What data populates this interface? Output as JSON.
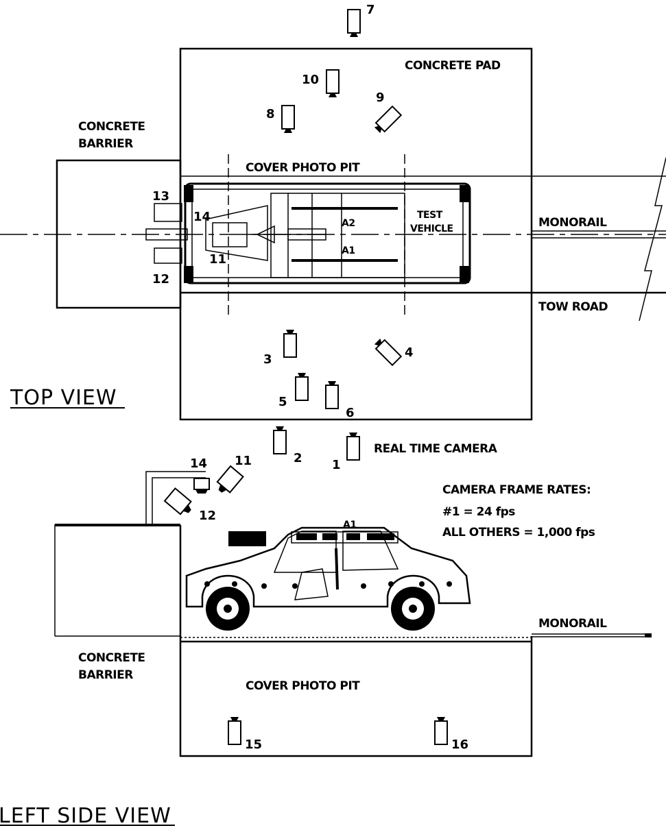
{
  "top_view": {
    "title": "TOP VIEW",
    "concrete_pad": "CONCRETE PAD",
    "barrier_line1": "CONCRETE",
    "barrier_line2": "BARRIER",
    "cover_photo_pit": "COVER PHOTO PIT",
    "test_vehicle_line1": "TEST",
    "test_vehicle_line2": "VEHICLE",
    "monorail": "MONORAIL",
    "tow_road": "TOW ROAD",
    "real_time_camera": "REAL TIME CAMERA",
    "accel_a2": "A2",
    "accel_a1": "A1",
    "cameras": [
      "1",
      "2",
      "3",
      "4",
      "5",
      "6",
      "7",
      "8",
      "9",
      "10",
      "11",
      "12",
      "13",
      "14"
    ]
  },
  "side_view": {
    "title": "LEFT SIDE VIEW",
    "barrier_line1": "CONCRETE",
    "barrier_line2": "BARRIER",
    "cover_photo_pit": "COVER PHOTO PIT",
    "monorail": "MONORAIL",
    "accel_a1": "A1",
    "cameras": [
      "11",
      "12",
      "14",
      "15",
      "16"
    ]
  },
  "frame_rates": {
    "heading": "CAMERA FRAME RATES:",
    "line1": "#1 = 24 fps",
    "line2": "ALL OTHERS = 1,000 fps"
  }
}
